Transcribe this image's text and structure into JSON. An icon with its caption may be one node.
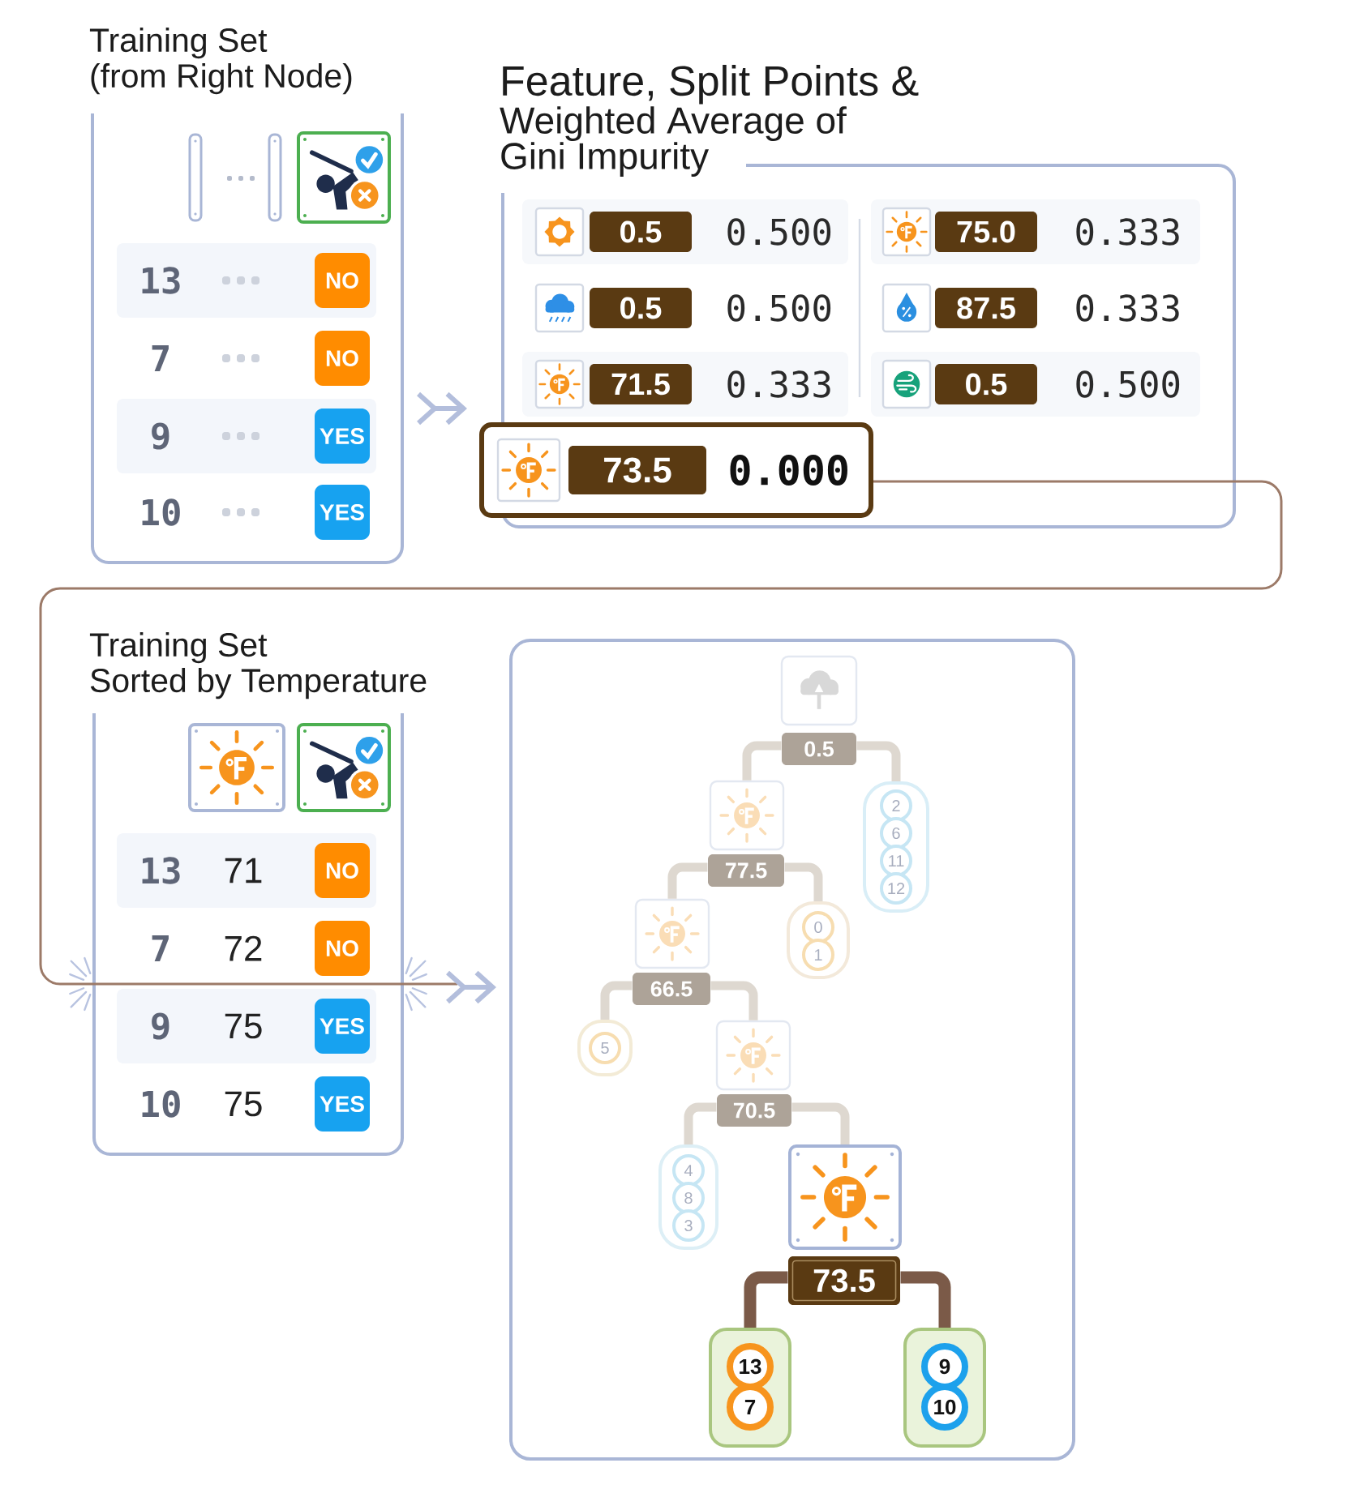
{
  "diagram": {
    "nodes": [
      {
        "text": [
          "Training Set",
          "(from Right Node)"
        ]
      },
      {
        "text": [
          "NO"
        ],
        "in": 0
      },
      {
        "text": [
          "NO"
        ],
        "in": 0
      },
      {
        "text": [
          "YES"
        ],
        "in": 0
      },
      {
        "text": [
          "YES"
        ],
        "in": 0
      },
      {
        "text": [
          "Feature, Split Points &",
          "Weighted Average of Gini Impurity"
        ]
      },
      {
        "text": [
          "0.5"
        ],
        "beside": [
          "0.500"
        ],
        "in": 5
      },
      {
        "text": [
          "75.0"
        ],
        "beside": [
          "0.333"
        ],
        "in": 5
      },
      {
        "text": [
          "0.5"
        ],
        "beside": [
          "0.500"
        ],
        "in": 5
      },
      {
        "text": [
          "87.5"
        ],
        "beside": [
          "0.333"
        ],
        "in": 5
      },
      {
        "text": [
          "71.5"
        ],
        "beside": [
          "0.333"
        ],
        "in": 5
      },
      {
        "text": [
          "0.5"
        ],
        "beside": [
          "0.500"
        ],
        "in": 5
      },
      {
        "text": [
          "0.000"
        ],
        "in": 5
      },
      {
        "text": [
          "73.5"
        ],
        "in": 12
      },
      {
        "text": [
          "Training Set",
          "Sorted by Temperature"
        ]
      },
      {
        "text": [
          "NO"
        ],
        "in": 14
      },
      {
        "text": [
          "NO"
        ],
        "in": 14
      },
      {
        "text": [
          "YES"
        ],
        "in": 14
      },
      {
        "text": [
          "YES"
        ],
        "in": 14
      },
      {
        "text": [],
        "shape": "box"
      },
      {
        "text": [],
        "shape": "box",
        "in": 19
      },
      {
        "text": [
          "0.5"
        ],
        "in": 19
      },
      {
        "text": [],
        "shape": "box",
        "in": 19
      },
      {
        "text": [],
        "shape": "box",
        "in": 19
      },
      {
        "text": [
          "2"
        ],
        "in": 23
      },
      {
        "text": [
          "6"
        ],
        "in": 23
      },
      {
        "text": [
          "11"
        ],
        "in": 23
      },
      {
        "text": [
          "12"
        ],
        "in": 23
      },
      {
        "text": [
          "77.5"
        ],
        "in": 19
      },
      {
        "text": [],
        "shape": "box",
        "in": 19
      },
      {
        "text": [],
        "shape": "box",
        "in": 19
      },
      {
        "text": [
          "0"
        ],
        "in": 30
      },
      {
        "text": [
          "1"
        ],
        "in": 30
      },
      {
        "text": [
          "66.5"
        ],
        "in": 19
      },
      {
        "text": [],
        "shape": "box",
        "in": 19
      },
      {
        "text": [
          "5"
        ],
        "in": 34
      },
      {
        "text": [],
        "shape": "box",
        "in": 19
      },
      {
        "text": [
          "70.5"
        ],
        "in": 19
      },
      {
        "text": [],
        "shape": "box",
        "in": 19
      },
      {
        "text": [
          "4"
        ],
        "in": 38
      },
      {
        "text": [
          "8"
        ],
        "in": 38
      },
      {
        "text": [
          "3"
        ],
        "in": 38
      },
      {
        "text": [],
        "shape": "box",
        "in": 19
      },
      {
        "text": [
          "73.5"
        ],
        "in": 19
      },
      {
        "text": [],
        "shape": "box",
        "in": 19
      },
      {
        "text": [
          "13"
        ],
        "in": 44
      },
      {
        "text": [
          "7"
        ],
        "in": 44
      },
      {
        "text": [],
        "shape": "box",
        "in": 19
      },
      {
        "text": [
          "9"
        ],
        "in": 47
      },
      {
        "text": [
          "10"
        ],
        "in": 47
      }
    ],
    "edges": [
      {
        "from": 0,
        "to": 5,
        "arrow": "to",
        "color": "#b3bedc"
      },
      {
        "from": 12,
        "to": 14,
        "arrow": "none",
        "color": "#9c7a68"
      },
      {
        "from": 14,
        "to": 19,
        "arrow": "to",
        "color": "#b3bedc"
      },
      {
        "from": 21,
        "to": 22,
        "arrow": "none"
      },
      {
        "from": 21,
        "to": 23,
        "arrow": "none"
      },
      {
        "from": 28,
        "to": 29,
        "arrow": "none"
      },
      {
        "from": 28,
        "to": 30,
        "arrow": "none"
      },
      {
        "from": 33,
        "to": 34,
        "arrow": "none"
      },
      {
        "from": 33,
        "to": 36,
        "arrow": "none"
      },
      {
        "from": 37,
        "to": 38,
        "arrow": "none"
      },
      {
        "from": 37,
        "to": 42,
        "arrow": "none"
      },
      {
        "from": 43,
        "to": 44,
        "arrow": "none",
        "color": "#7b5a48"
      },
      {
        "from": 43,
        "to": 47,
        "arrow": "none",
        "color": "#7b5a48"
      }
    ],
    "labels": [
      "13",
      "7",
      "9",
      "10",
      "13",
      "71",
      "7",
      "72",
      "9",
      "75",
      "10",
      "75"
    ]
  }
}
